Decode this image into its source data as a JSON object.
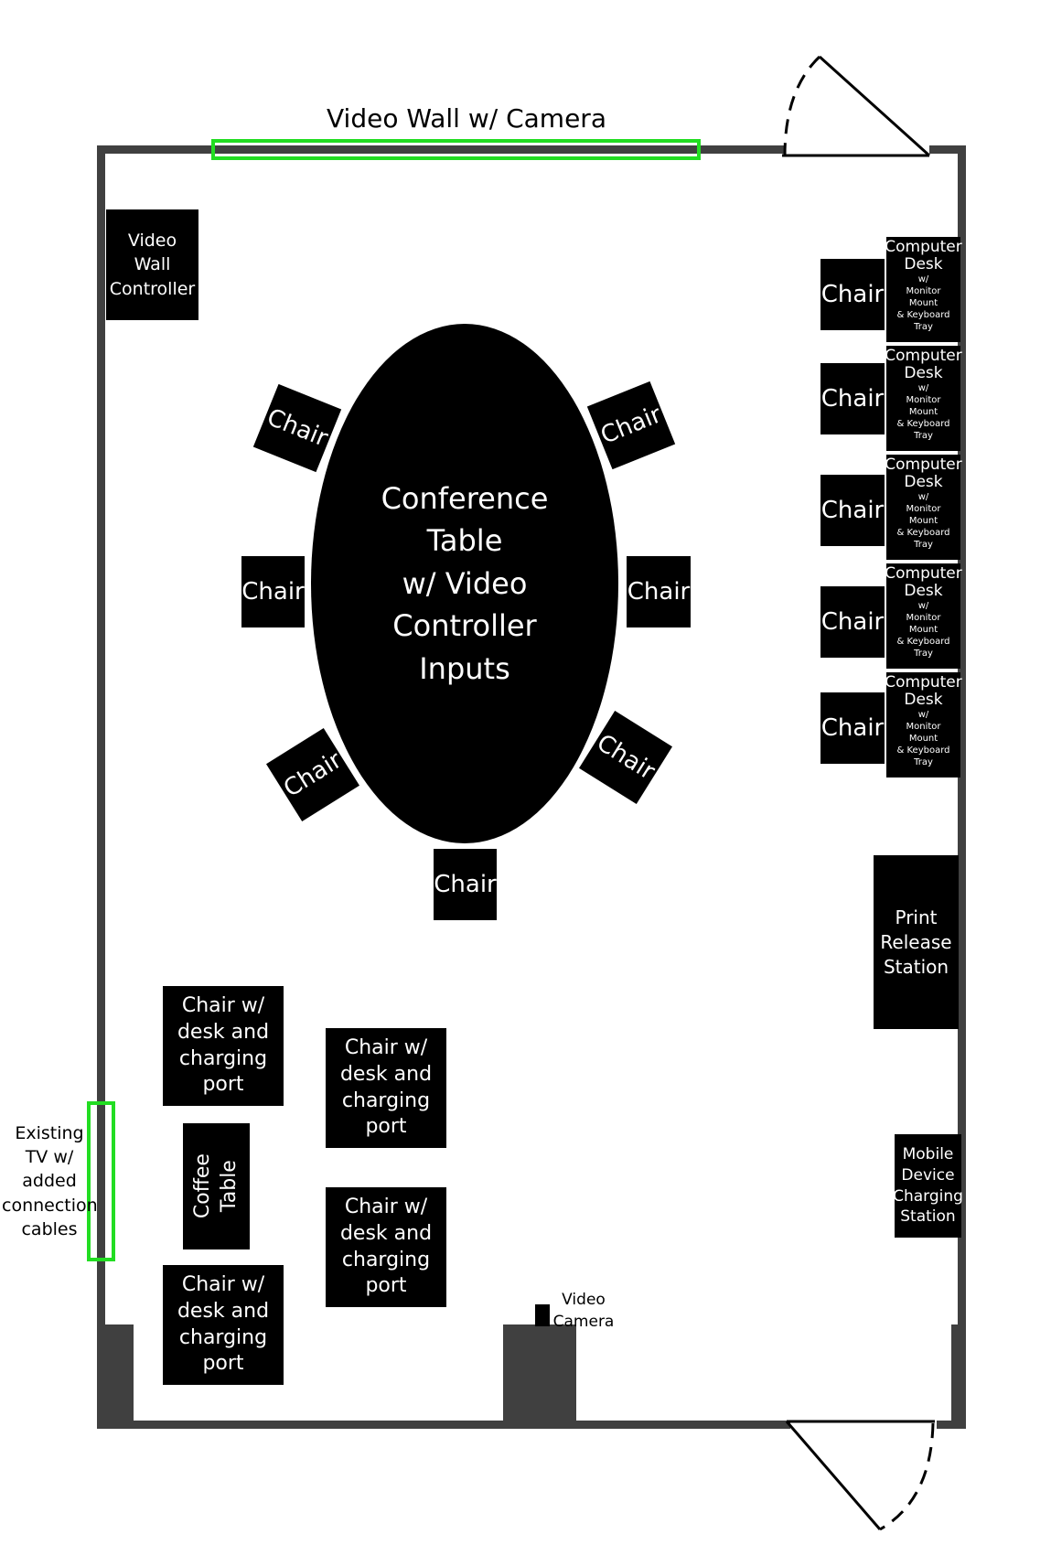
{
  "labels": {
    "video_wall": "Video Wall w/ Camera",
    "video_wall_controller": "Video\nWall\nController",
    "conference_table": "Conference\nTable\nw/ Video\nController\nInputs",
    "chair": "Chair",
    "computer_desk": {
      "line1": "Computer",
      "line2": "Desk",
      "line3": "w/",
      "line4": "Monitor",
      "line5": "Mount",
      "line6": "& Keyboard",
      "line7": "Tray"
    },
    "print_release_station": "Print\nRelease\nStation",
    "chair_desk_charging": "Chair w/\ndesk and\ncharging\nport",
    "coffee_table": "Coffee\nTable",
    "existing_tv": "Existing\nTV w/\nadded\nconnection\ncables",
    "mobile_charging": "Mobile\nDevice\nCharging\nStation",
    "video_camera": "Video\nCamera"
  },
  "colors": {
    "wall": "#404040",
    "furniture": "#000000",
    "highlight": "#22dd22",
    "background": "#ffffff"
  }
}
